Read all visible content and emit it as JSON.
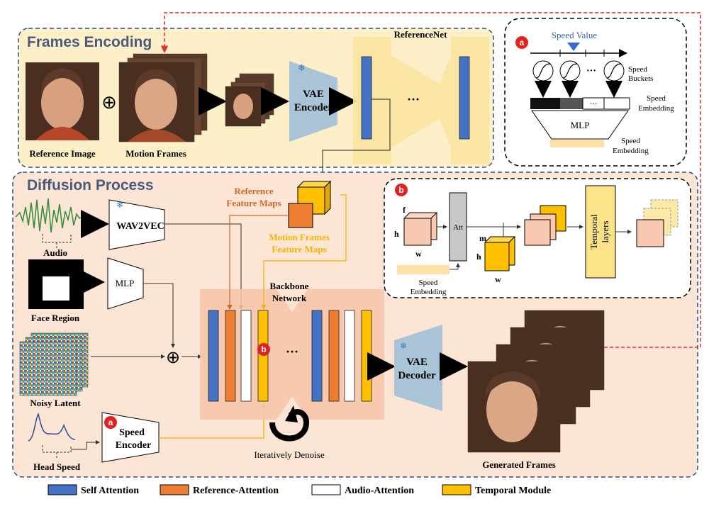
{
  "sections": {
    "frames_encoding": "Frames Encoding",
    "diffusion_process": "Diffusion Process"
  },
  "labels": {
    "reference_image": "Reference Image",
    "motion_frames": "Motion Frames",
    "vae_encoder_1": "VAE",
    "vae_encoder_2": "Encoder",
    "referencenet": "ReferenceNet",
    "ellipsis": "···",
    "reference_feature_maps_1": "Reference",
    "reference_feature_maps_2": "Feature Maps",
    "motion_feature_maps_1": "Motion Frames",
    "motion_feature_maps_2": "Feature Maps",
    "audio": "Audio",
    "wav2vec": "WAV2VEC",
    "mlp": "MLP",
    "face_region": "Face Region",
    "noisy_latent": "Noisy Latent",
    "speed_encoder_1": "Speed",
    "speed_encoder_2": "Encoder",
    "head_speed": "Head Speed",
    "backbone_1": "Backbone",
    "backbone_2": "Network",
    "iteratively_denoise": "Iteratively Denoise",
    "vae_decoder_1": "VAE",
    "vae_decoder_2": "Decoder",
    "generated_frames": "Generated Frames",
    "plus": "⊕"
  },
  "panel_a": {
    "badge": "a",
    "speed_value": "Speed Value",
    "speed_buckets_1": "Speed",
    "speed_buckets_2": "Buckets",
    "speed_embedding_1": "Speed",
    "speed_embedding_2": "Embedding",
    "mlp": "MLP",
    "speed_embedding_out_1": "Speed",
    "speed_embedding_out_2": "Embedding",
    "dots": "···",
    "bucket_dots": "···"
  },
  "panel_b": {
    "badge": "b",
    "f": "f",
    "h": "h",
    "w": "w",
    "att": "Att",
    "m": "m",
    "h2": "h",
    "w2": "w",
    "speed_embedding_1": "Speed",
    "speed_embedding_2": "Embedding",
    "temporal_layers_1": "Temporal",
    "temporal_layers_2": "layers"
  },
  "legend": [
    {
      "label": "Self Attention",
      "color": "#4472c4"
    },
    {
      "label": "Reference-Attention",
      "color": "#ed7d31"
    },
    {
      "label": "Audio-Attention",
      "color": "#ffffff"
    },
    {
      "label": "Temporal Module",
      "color": "#ffc000"
    }
  ],
  "badges": {
    "a_inline": "a",
    "b_inline": "b"
  },
  "colors": {
    "frames_bg": "#fdf0c8",
    "diffusion_bg": "#fce5d4",
    "dashed_border": "#2f4f7f",
    "red_dashed": "#e03030",
    "vae": "#a9c4d6",
    "self_attention": "#4472c4",
    "reference_attention": "#ed7d31",
    "temporal": "#ffc000"
  }
}
